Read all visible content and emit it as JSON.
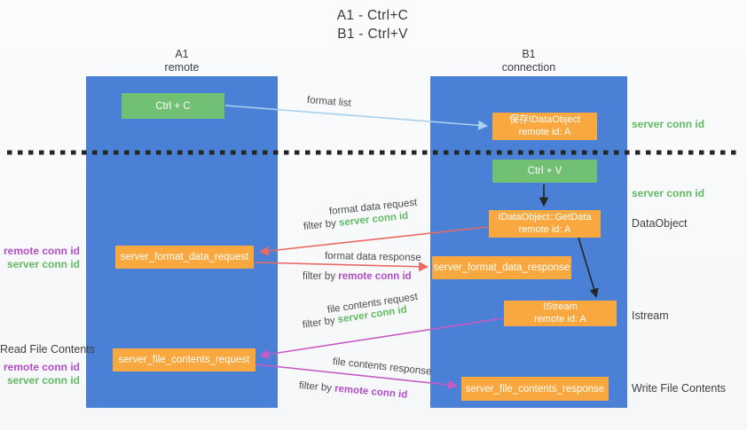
{
  "title": {
    "line1": "A1 - Ctrl+C",
    "line2": "B1 - Ctrl+V"
  },
  "columns": {
    "a": {
      "id": "A1",
      "name": "remote"
    },
    "b": {
      "id": "B1",
      "name": "connection"
    }
  },
  "nodes": {
    "ctrl_c": "Ctrl + C",
    "ctrl_v": "Ctrl + V",
    "save_dataobject_line1": "保存IDataObject",
    "save_dataobject_line2": "remote id: A",
    "getdata_line1": "IDataObject::GetData",
    "getdata_line2": "remote id: A",
    "istream_line1": "IStream",
    "istream_line2": "remote id: A",
    "server_format_data_request": "server_format_data_request",
    "server_format_data_response": "server_format_data_response",
    "server_file_contents_request": "server_file_contents_request",
    "server_file_contents_response": "server_file_contents_response"
  },
  "edges": {
    "format_list": "format list",
    "format_data_request": "format data request",
    "format_data_response": "format data response",
    "file_contents_request": "file contents request",
    "file_contents_response": "file contents response",
    "filter_by": "filter by ",
    "server_conn_id": "server conn id",
    "remote_conn_id": "remote conn id"
  },
  "side_labels": {
    "server_conn_id": "server conn id",
    "remote_conn_id": "remote conn id",
    "dataobject": "DataObject",
    "istream": "Istream",
    "read_file_contents": "Read File Contents",
    "write_file_contents": "Write File Contents"
  },
  "colors": {
    "column_blue": "#4a80d5",
    "box_green": "#72c073",
    "box_orange": "#f8a83e",
    "text_green": "#62bb62",
    "text_purple": "#b14ec6",
    "arrow_blue": "#a6d2f0",
    "arrow_red": "#e96a60",
    "arrow_magenta": "#c45cc4",
    "arrow_black": "#262626"
  }
}
